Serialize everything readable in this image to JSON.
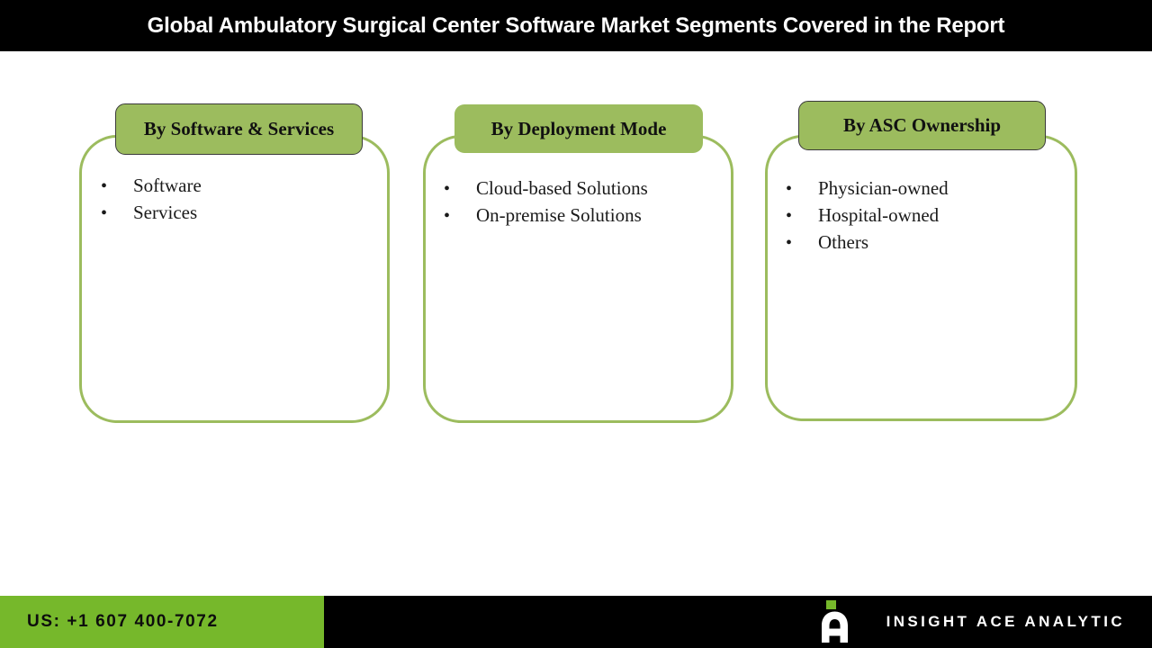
{
  "header": {
    "title": "Global Ambulatory Surgical Center Software Market Segments Covered in the Report",
    "background_color": "#000000",
    "text_color": "#ffffff"
  },
  "theme": {
    "badge_green": "#9cbc5e",
    "card_border_green": "#9cbc5e",
    "footer_green": "#76b82b",
    "black": "#000000"
  },
  "segments": [
    {
      "title": "By Software & Services",
      "items": [
        "Software",
        "Services"
      ],
      "bullet_glyph": "•",
      "bordered": true
    },
    {
      "title": "By Deployment Mode",
      "items": [
        "Cloud-based Solutions",
        "On-premise Solutions"
      ],
      "bullet_glyph": "•",
      "bordered": false
    },
    {
      "title": "By ASC Ownership",
      "items": [
        "Physician-owned",
        "Hospital-owned",
        "Others"
      ],
      "bullet_glyph": "•",
      "bordered": true
    }
  ],
  "footer": {
    "phone": "US: +1 607 400-7072",
    "brand_name": "INSIGHT ACE ANALYTIC",
    "logo_icon": "insight-ace-a-mark-icon"
  }
}
